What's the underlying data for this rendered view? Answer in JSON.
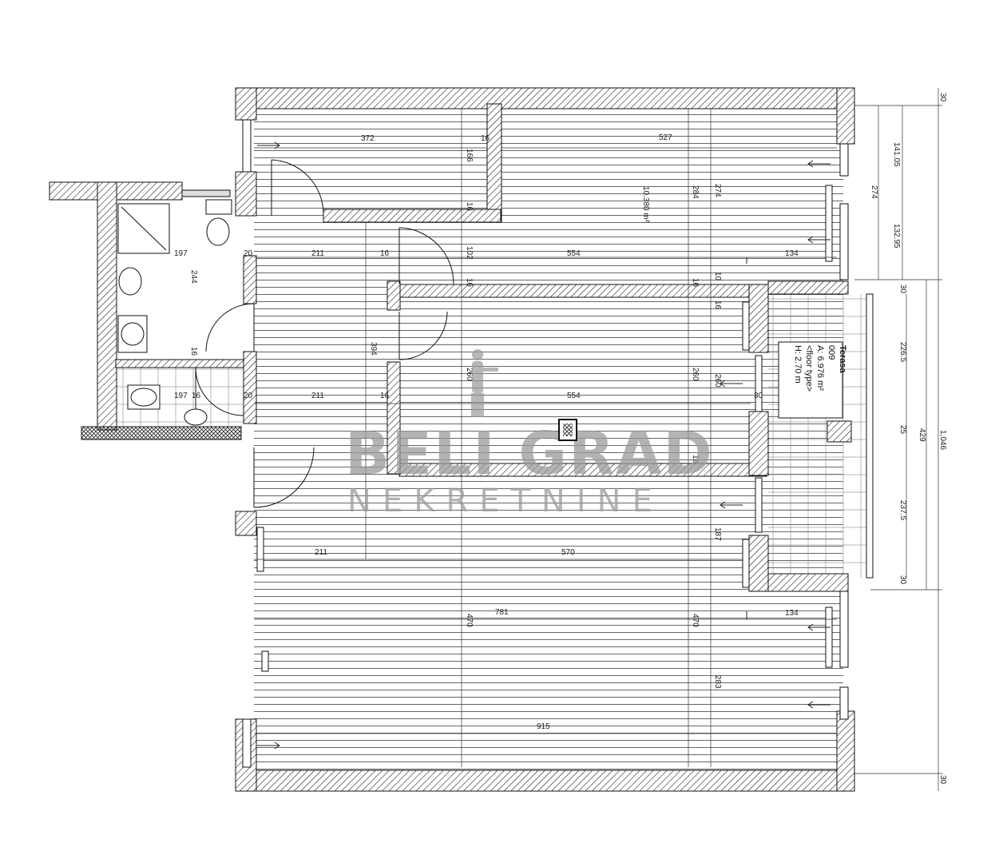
{
  "plan": {
    "dimensions": {
      "top_left_width": "372",
      "top_right_width": "527",
      "top_wall_a": "16",
      "top_height_a": "166",
      "top_partition": "16",
      "top_room_height_left": "284",
      "top_room_height_right": "274",
      "top_room_area": "10.380 m²",
      "hall_width_left": "211",
      "hall_wall_a": "16",
      "hall_wall_b": "102",
      "hall_width_main": "554",
      "hall_right": "134",
      "right_ext_a": "141.05",
      "right_ext_b": "274",
      "right_ext_c": "132.95",
      "right_ext_d": "30",
      "right_ext_total": "1,046",
      "bath_width": "197",
      "bath_height": "244",
      "bath_wall": "20",
      "bath_wall_b": "16",
      "mid_left": "211",
      "mid_wall": "16",
      "mid_height_a": "394",
      "mid_height_b": "260",
      "mid_height_c": "260",
      "mid_height_d": "260",
      "mid_width": "554",
      "mid_wall_c": "30",
      "mid_16a": "16",
      "mid_16b": "16",
      "mid_16c": "16",
      "mid_16d": "16",
      "mid_10": "10",
      "wc_width": "197",
      "wc_wall": "20",
      "wc_wall_b": "16",
      "terrace_a": "226.5",
      "terrace_b": "25",
      "terrace_c": "429",
      "terrace_d": "237.5",
      "terrace_e": "30",
      "terrace_top": "30",
      "lower_left": "211",
      "lower_main": "570",
      "lower_187": "187",
      "bottom_width": "781",
      "bottom_470a": "470",
      "bottom_470b": "470",
      "bottom_134": "134",
      "bottom_283": "283",
      "bottom_total": "915",
      "bottom_30": "30",
      "top_30": "30"
    },
    "terrace_label": {
      "name": "Terasa",
      "number": "009",
      "area": "A: 6.976 m²",
      "floor": "<floor type>",
      "height": "H: 2.70 m"
    }
  },
  "watermark": {
    "brand": "BELI GRAD",
    "subtitle": "NEKRETNINE"
  },
  "colors": {
    "wall_hatch": "#222222",
    "floor_lines": "#444444",
    "watermark": "#9a9a9a"
  }
}
